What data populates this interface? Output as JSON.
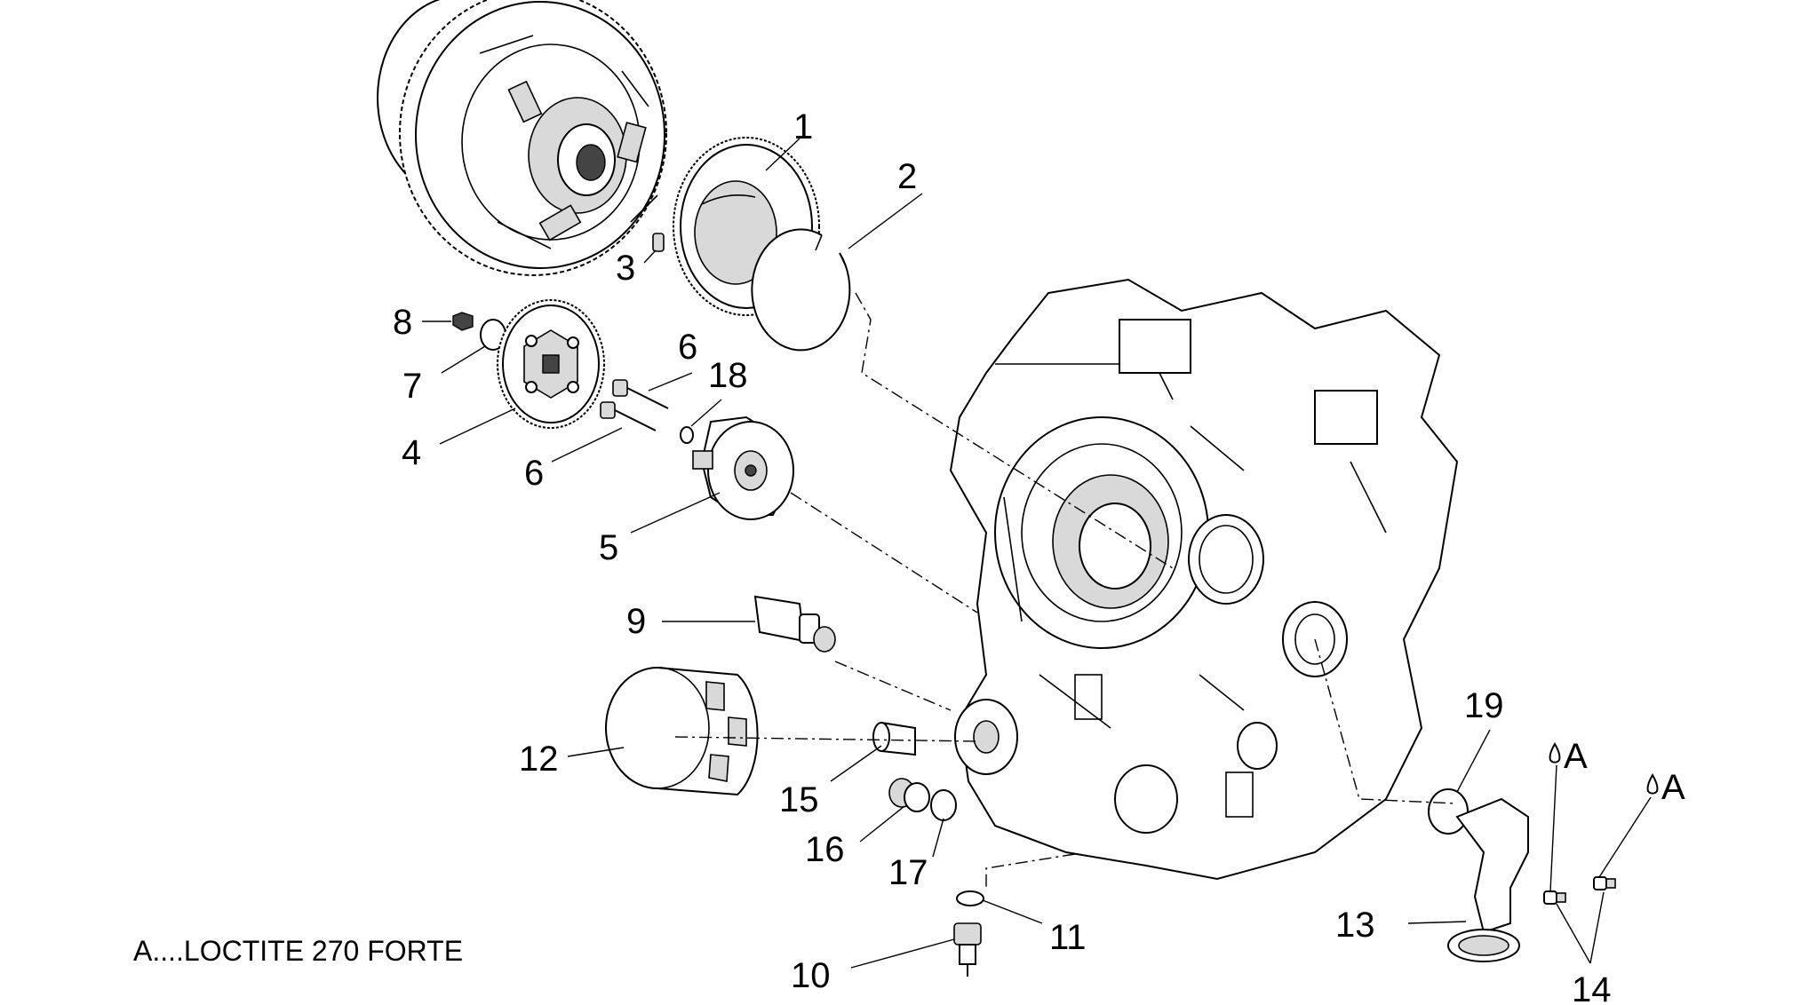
{
  "callouts": {
    "p1": "1",
    "p2": "2",
    "p3": "3",
    "p4": "4",
    "p5": "5",
    "p6a": "6",
    "p6b": "6",
    "p7": "7",
    "p8": "8",
    "p9": "9",
    "p10": "10",
    "p11": "11",
    "p12": "12",
    "p13": "13",
    "p14": "14",
    "p15": "15",
    "p16": "16",
    "p17": "17",
    "p18": "18",
    "p19": "19",
    "locA1": "A",
    "locA2": "A"
  },
  "note": {
    "text": "A....LOCTITE 270 FORTE"
  }
}
